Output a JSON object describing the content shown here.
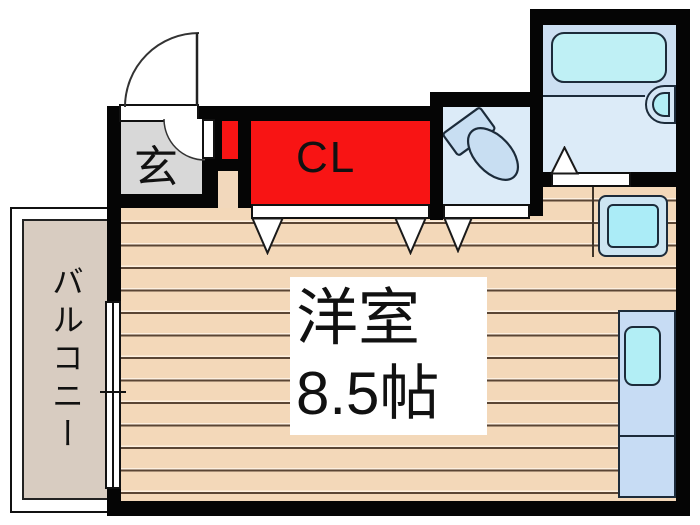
{
  "title": "apartment floor plan",
  "rooms": {
    "balcony": {
      "label": "バルコニー"
    },
    "entrance": {
      "label": "玄"
    },
    "closet": {
      "label": "CL"
    },
    "western_room": {
      "label": "洋室",
      "size": "8.5帖"
    }
  },
  "fixtures": {
    "bathtub": "bathtub",
    "washbasin": "washbasin",
    "toilet": "toilet",
    "washing_machine_pan": "washing-machine-pan",
    "kitchen_sink": "kitchen-sink",
    "sliding_window": "sliding-window",
    "entry_door": "entry-door"
  },
  "colors": {
    "closet_red": "#f81414",
    "floor_wood": "#f3d8b9",
    "entrance_gray": "#d8d8d8",
    "balcony_beige": "#d8ccc1",
    "wet_area_blue": "#dcebf8",
    "bath_zone_blue": "#ccdff2",
    "fixture_cyan": "#bff0f5",
    "wall_black": "#050505"
  }
}
